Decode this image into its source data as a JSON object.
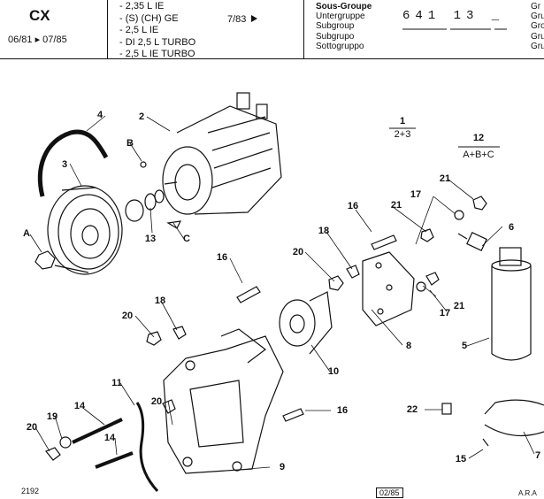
{
  "header": {
    "model": "CX",
    "years": "06/81 ▸ 07/85",
    "variants": [
      "- 2,35 L IE",
      "- (S) (CH) GE",
      "- 2,5 L IE",
      "- DI 2,5 L TURBO",
      "- 2,5 L IE TURBO"
    ],
    "page_ref": "7/83",
    "languages": [
      "Sous-Groupe",
      "Untergruppe",
      "Subgroup",
      "Subgrupo",
      "Sottogruppo"
    ],
    "languages_right": [
      "Gr",
      "Gru",
      "Gro",
      "Gru",
      "Gru"
    ],
    "subgroup_code": "641 13 _"
  },
  "diagram": {
    "callouts": [
      "1",
      "2",
      "3",
      "4",
      "5",
      "6",
      "7",
      "8",
      "9",
      "10",
      "11",
      "12",
      "13",
      "14",
      "14",
      "15",
      "16",
      "16",
      "16",
      "17",
      "17",
      "18",
      "18",
      "19",
      "20",
      "20",
      "20",
      "20",
      "21",
      "21",
      "21",
      "22",
      "A",
      "B",
      "C"
    ],
    "fractions": [
      {
        "num": "1",
        "den": "2+3"
      },
      {
        "num": "12",
        "den": "A+B+C"
      }
    ]
  },
  "footer": {
    "left_code": "2192",
    "date": "02/85",
    "right_code": "A.R.A"
  }
}
